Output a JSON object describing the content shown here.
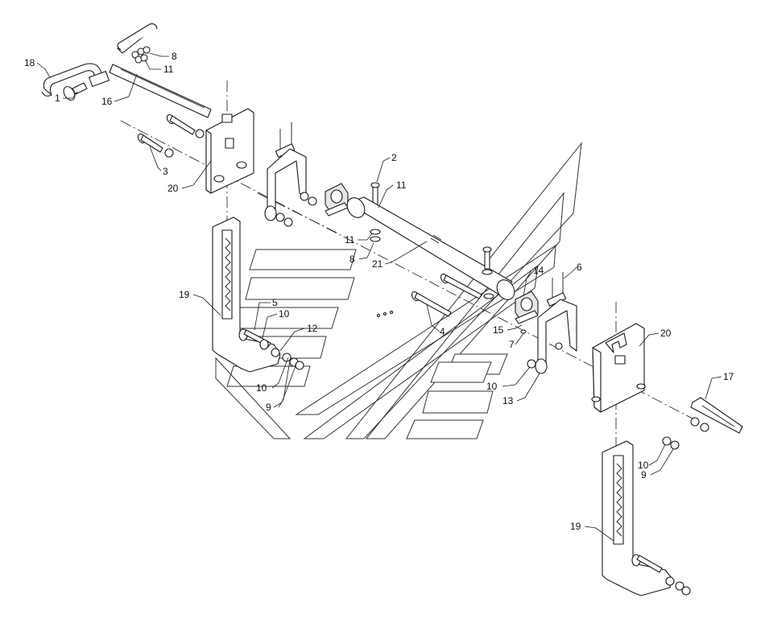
{
  "diagram": {
    "callouts": [
      "1",
      "2",
      "3",
      "4",
      "5",
      "6",
      "7",
      "8",
      "9",
      "10",
      "11",
      "12",
      "13",
      "14",
      "15",
      "16",
      "17",
      "18",
      "19",
      "20",
      "21"
    ],
    "labels": [
      {
        "id": "18",
        "text": "18"
      },
      {
        "id": "8a",
        "text": "8"
      },
      {
        "id": "11a",
        "text": "11"
      },
      {
        "id": "1",
        "text": "1"
      },
      {
        "id": "16",
        "text": "16"
      },
      {
        "id": "3",
        "text": "3"
      },
      {
        "id": "20a",
        "text": "20"
      },
      {
        "id": "2",
        "text": "2"
      },
      {
        "id": "11b",
        "text": "11"
      },
      {
        "id": "11c",
        "text": "11"
      },
      {
        "id": "8b",
        "text": "8"
      },
      {
        "id": "21",
        "text": "21"
      },
      {
        "id": "19a",
        "text": "19"
      },
      {
        "id": "5",
        "text": "5"
      },
      {
        "id": "10a",
        "text": "10"
      },
      {
        "id": "12",
        "text": "12"
      },
      {
        "id": "4",
        "text": "4"
      },
      {
        "id": "14",
        "text": "14"
      },
      {
        "id": "6",
        "text": "6"
      },
      {
        "id": "15",
        "text": "15"
      },
      {
        "id": "7",
        "text": "7"
      },
      {
        "id": "20b",
        "text": "20"
      },
      {
        "id": "10b",
        "text": "10"
      },
      {
        "id": "9a",
        "text": "9"
      },
      {
        "id": "10c",
        "text": "10"
      },
      {
        "id": "13",
        "text": "13"
      },
      {
        "id": "17",
        "text": "17"
      },
      {
        "id": "10d",
        "text": "10"
      },
      {
        "id": "9b",
        "text": "9"
      },
      {
        "id": "19b",
        "text": "19"
      }
    ]
  }
}
